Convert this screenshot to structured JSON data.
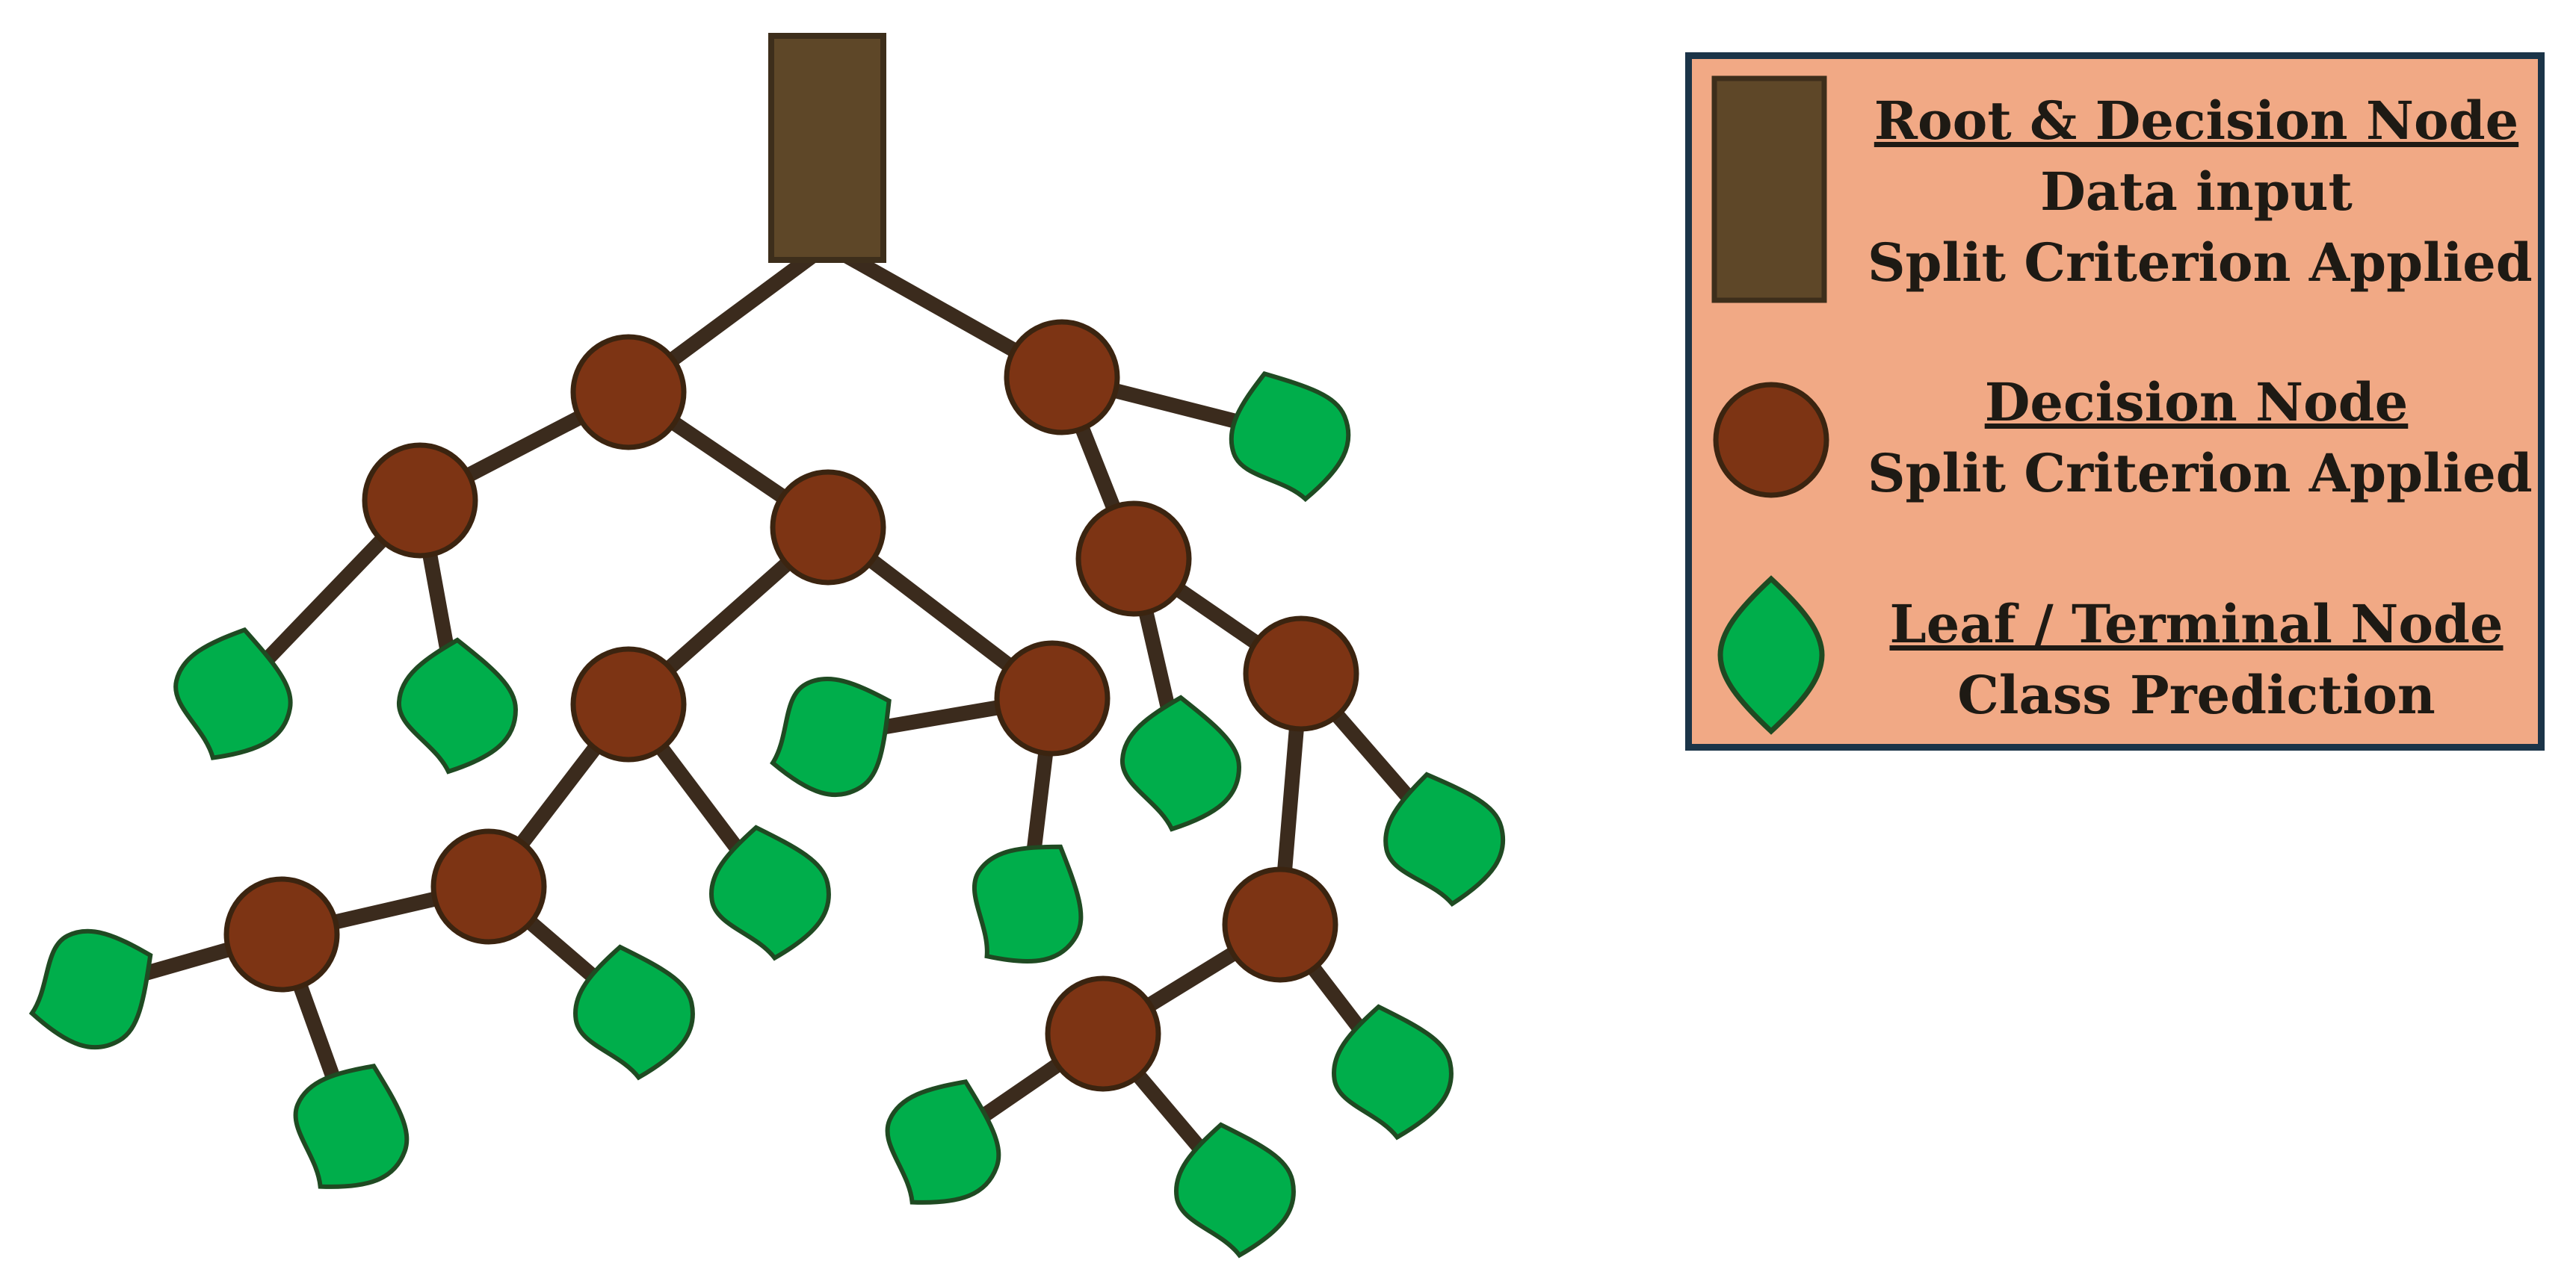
{
  "colors": {
    "branch": "#3b2b1d",
    "root_fill": "#5e4728",
    "root_stroke": "#3d2e1b",
    "decision_fill": "#7d3414",
    "decision_stroke": "#3b2410",
    "leaf_fill": "#00ae4b",
    "leaf_stroke": "#1f4a22",
    "legend_bg": "#f1a985",
    "legend_border": "#1b3448",
    "text": "#1e1a14"
  },
  "legend": {
    "root": {
      "icon": "brown-rectangle-root",
      "title": "Root & Decision Node",
      "line1": "Data input",
      "line2": "Split Criterion Applied"
    },
    "decision": {
      "icon": "brown-circle-decision",
      "title": "Decision Node",
      "line1": "Split Criterion Applied"
    },
    "leaf": {
      "icon": "green-leaf",
      "title": "Leaf / Terminal Node",
      "line1": "Class Prediction"
    }
  }
}
